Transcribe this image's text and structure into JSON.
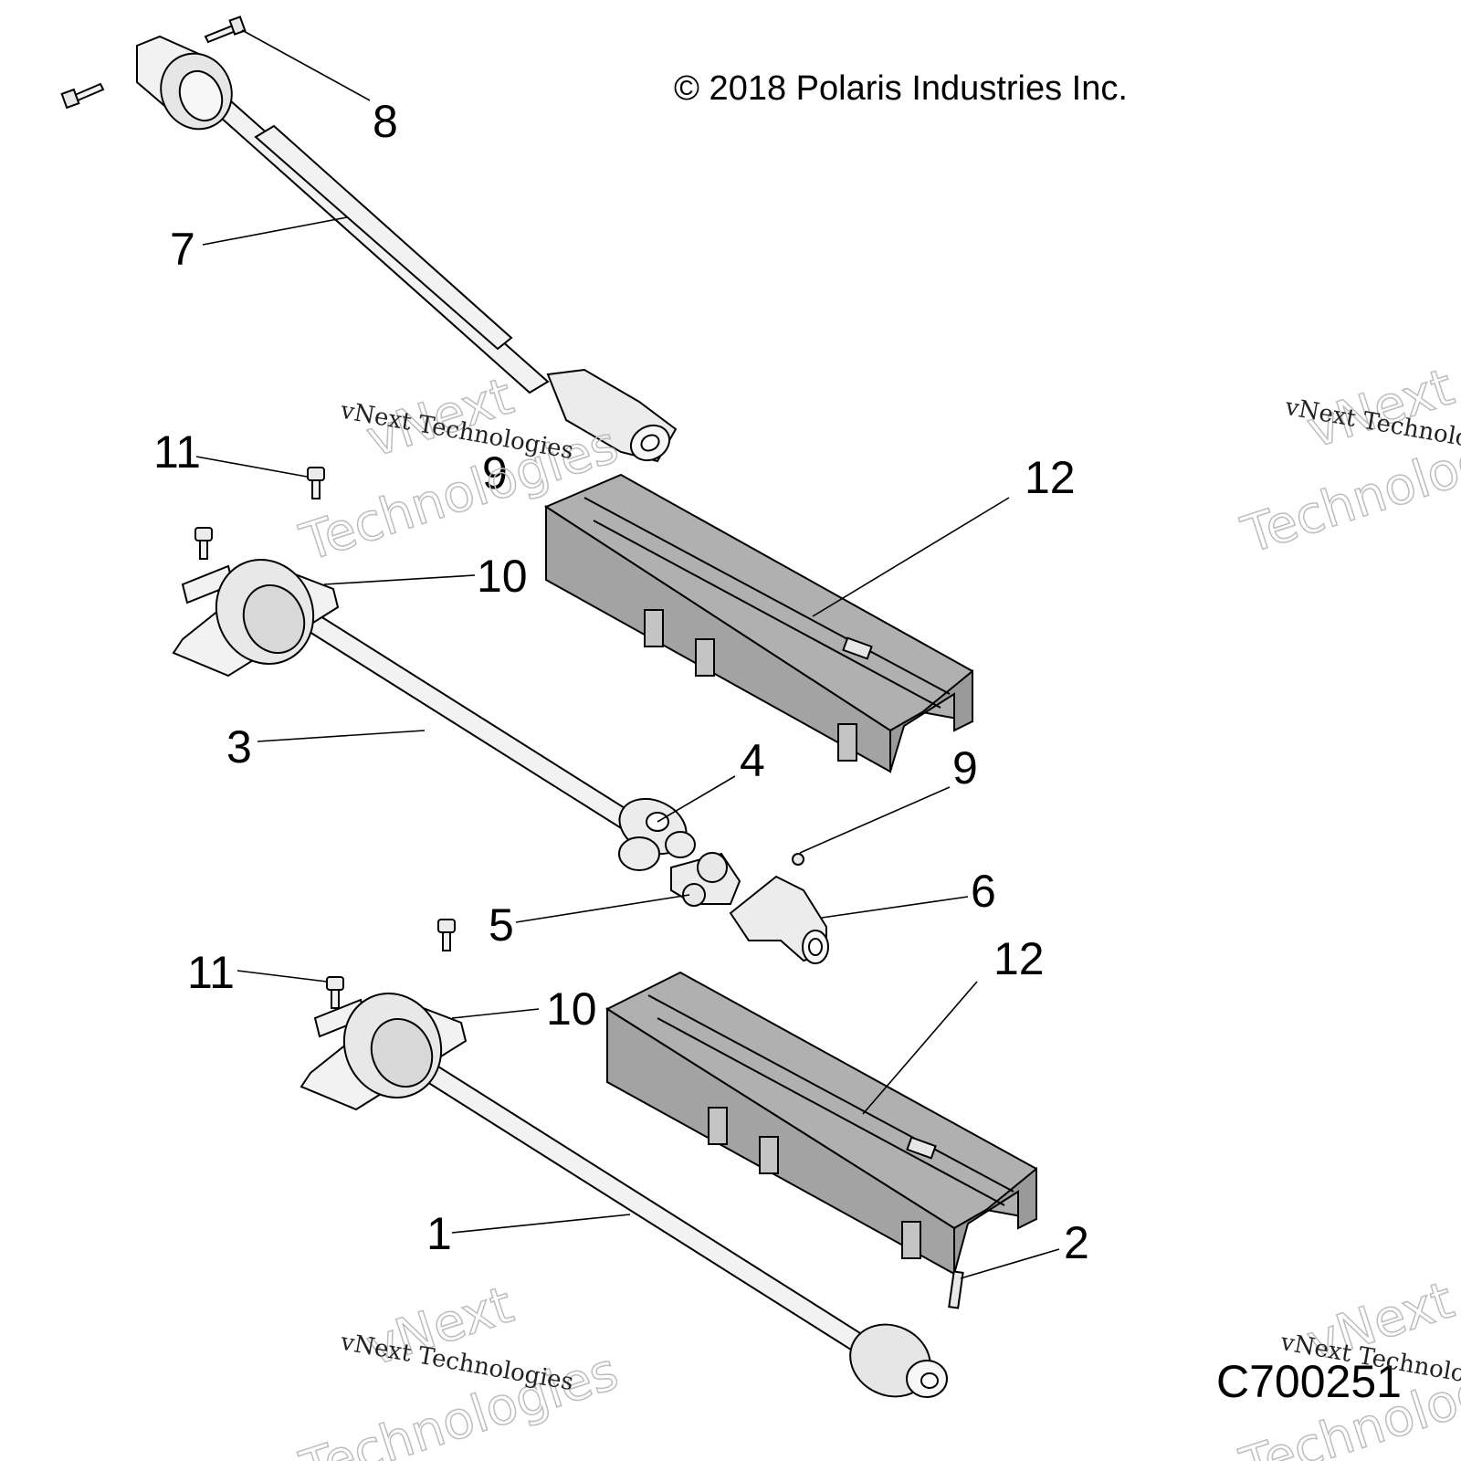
{
  "copyright": "© 2018 Polaris Industries Inc.",
  "figure_id": "C700251",
  "watermark": {
    "line1": "vNext",
    "line2": "Technologies",
    "caption": "vNext Technologies"
  },
  "callouts": {
    "c1": "1",
    "c2": "2",
    "c3": "3",
    "c4": "4",
    "c5": "5",
    "c6": "6",
    "c7": "7",
    "c8": "8",
    "c9a": "9",
    "c9b": "9",
    "c10a": "10",
    "c10b": "10",
    "c11a": "11",
    "c11b": "11",
    "c12a": "12",
    "c12b": "12"
  },
  "colors": {
    "shaft": "#f2f2f2",
    "guard": "#b0b0b0",
    "guard_side": "#9a9a9a",
    "outline": "#000000"
  }
}
